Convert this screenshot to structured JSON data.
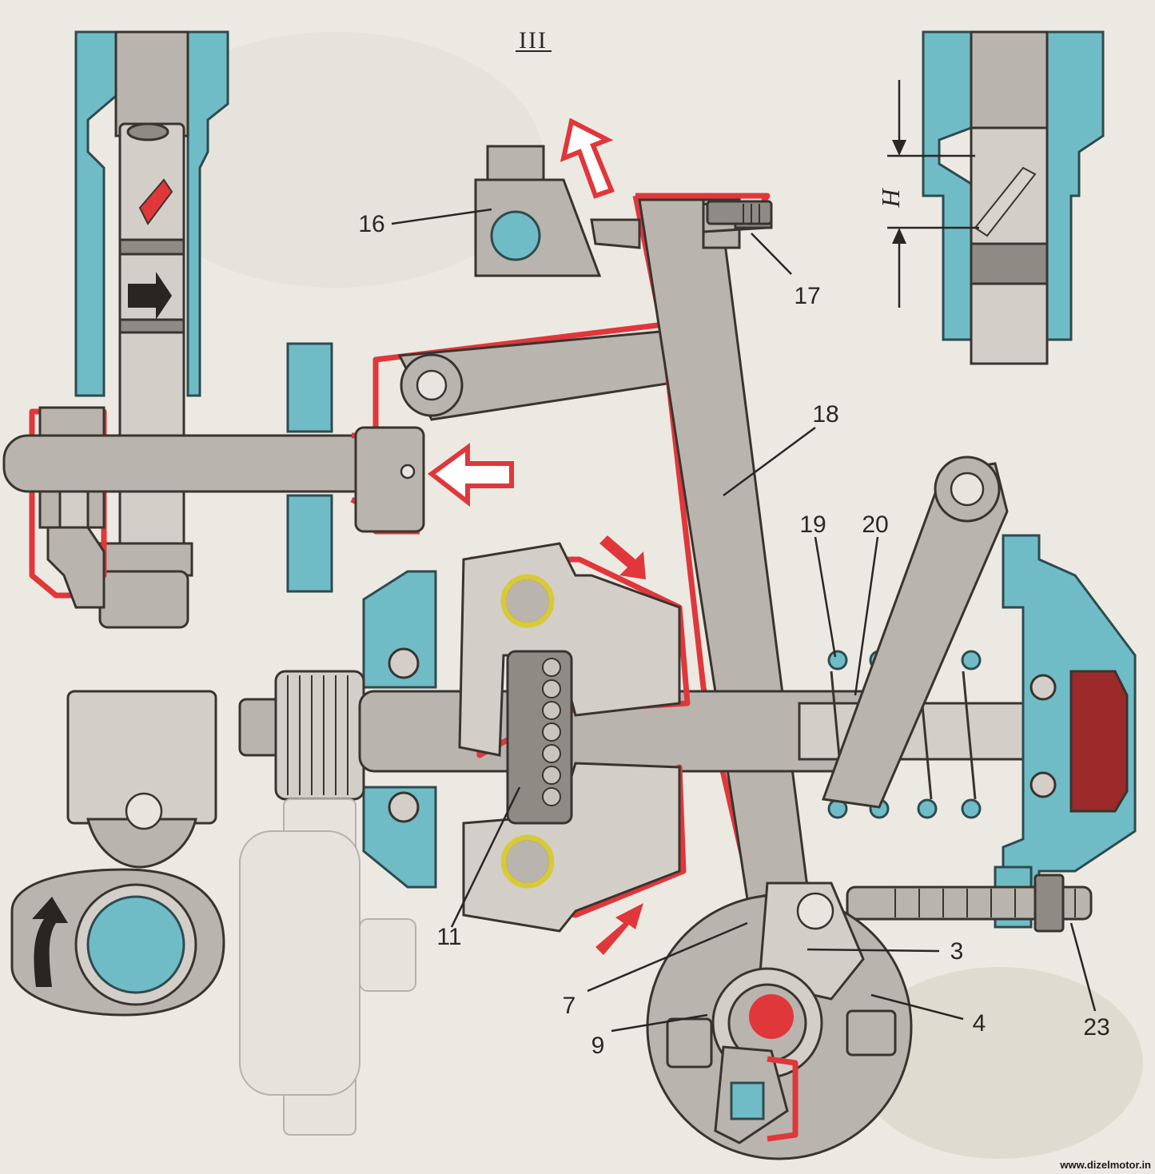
{
  "figure": {
    "section_mark": "III",
    "dimension_label": "H",
    "watermark": "www.dizelmotor.in"
  },
  "callouts": [
    {
      "id": "callout-3",
      "text": "3"
    },
    {
      "id": "callout-4",
      "text": "4"
    },
    {
      "id": "callout-7",
      "text": "7"
    },
    {
      "id": "callout-9",
      "text": "9"
    },
    {
      "id": "callout-11",
      "text": "11"
    },
    {
      "id": "callout-16",
      "text": "16"
    },
    {
      "id": "callout-17",
      "text": "17"
    },
    {
      "id": "callout-18",
      "text": "18"
    },
    {
      "id": "callout-19",
      "text": "19"
    },
    {
      "id": "callout-20",
      "text": "20"
    },
    {
      "id": "callout-23",
      "text": "23"
    }
  ],
  "colors": {
    "paper": "#ece9e2",
    "metal": "#b9b4ad",
    "section_cyan": "#6fbcc6",
    "motion_red": "#e0373b",
    "dark_red": "#9c2a2a",
    "ring_yellow": "#d8c93a"
  },
  "icons": [
    "direction-arrow-icon",
    "rotation-arrow-icon",
    "open-arrow-icon"
  ]
}
